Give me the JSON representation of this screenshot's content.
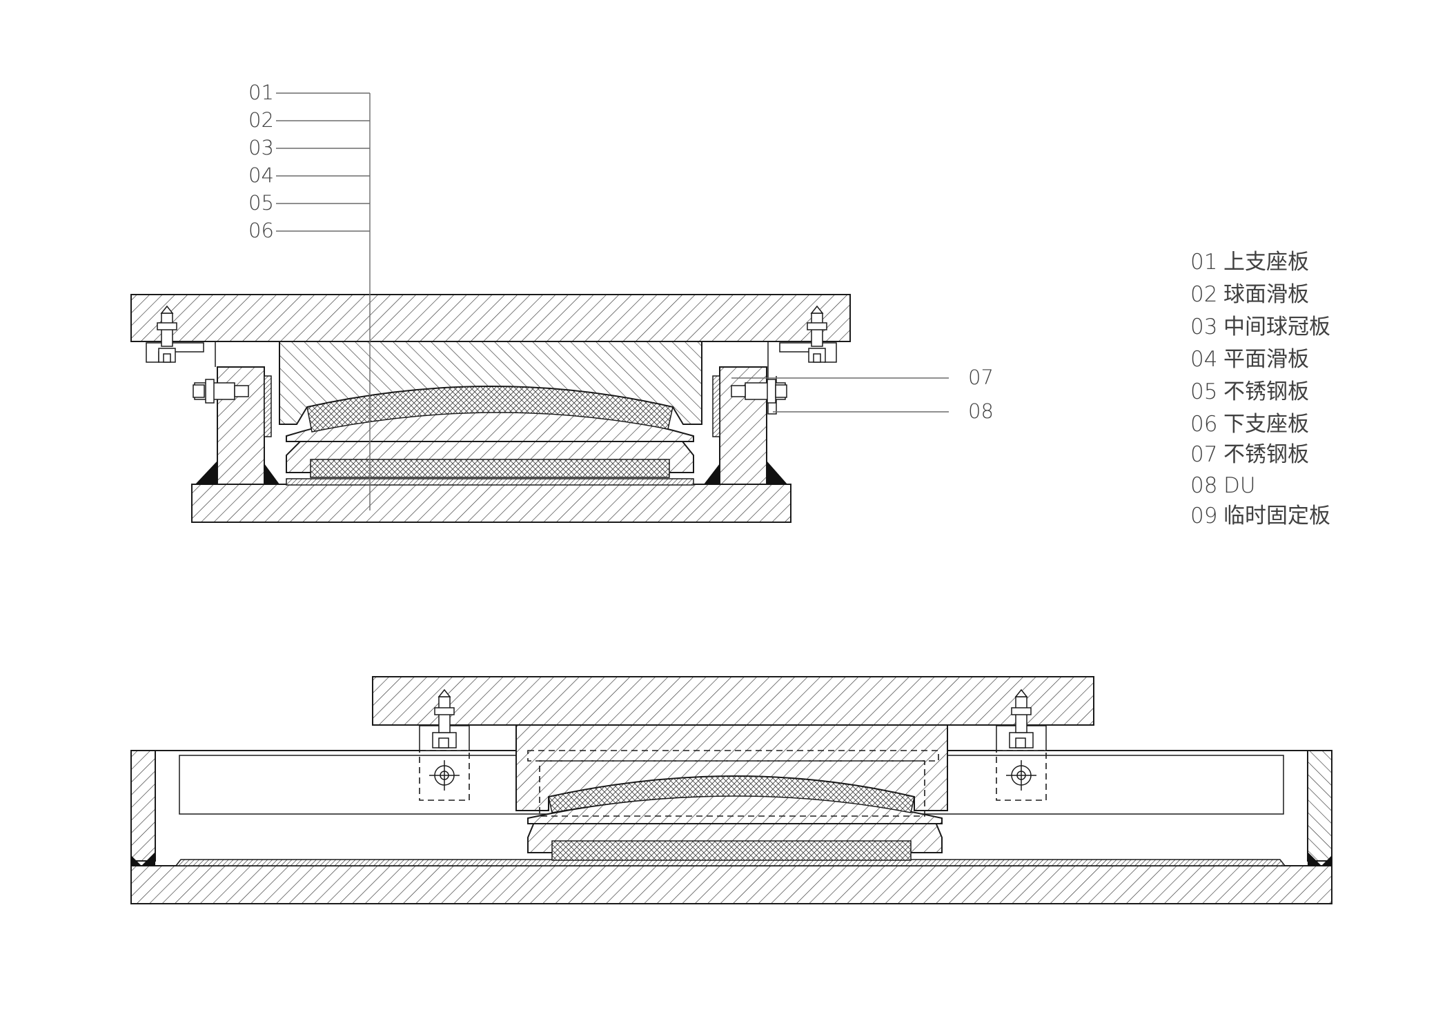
{
  "callouts": {
    "left": [
      "01",
      "02",
      "03",
      "04",
      "05",
      "06"
    ],
    "right": [
      "07",
      "08"
    ]
  },
  "legend": [
    {
      "num": "01",
      "text": "上支座板"
    },
    {
      "num": "02",
      "text": "球面滑板"
    },
    {
      "num": "03",
      "text": "中间球冠板"
    },
    {
      "num": "04",
      "text": "平面滑板"
    },
    {
      "num": "05",
      "text": "不锈钢板"
    },
    {
      "num": "06",
      "text": "下支座板"
    },
    {
      "num": "07",
      "text": "不锈钢板"
    },
    {
      "num": "08",
      "text": "DU"
    },
    {
      "num": "09",
      "text": "临时固定板"
    }
  ],
  "colors": {
    "line": "#1a1a1a",
    "text": "#404040",
    "leader": "#6a6a6a",
    "background": "#ffffff"
  }
}
